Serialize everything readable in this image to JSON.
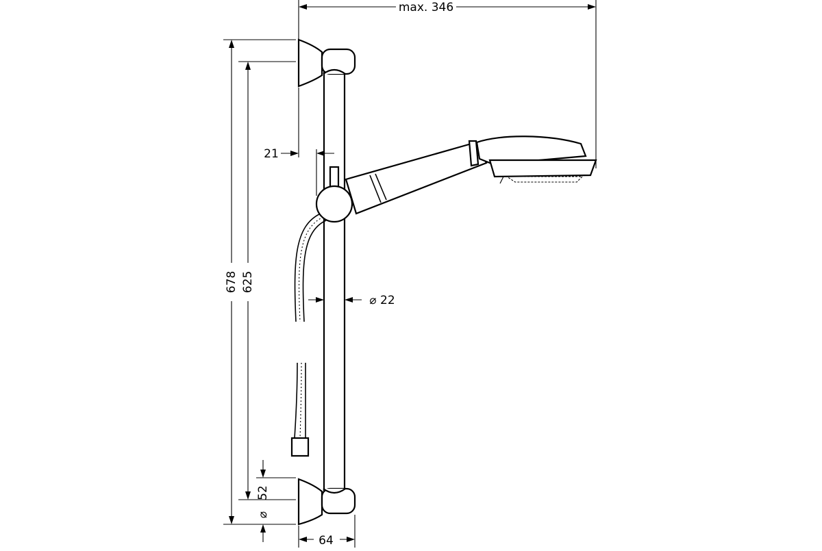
{
  "drawing": {
    "product": "shower rail set with hand shower and hose",
    "dimensions": {
      "max_reach": "max. 346",
      "offset": "21",
      "rail_diameter": "⌀ 22",
      "total_height": "678",
      "bracket_distance": "625",
      "bracket_height": "52",
      "bracket_diameter": "⌀",
      "bracket_depth": "64"
    }
  }
}
